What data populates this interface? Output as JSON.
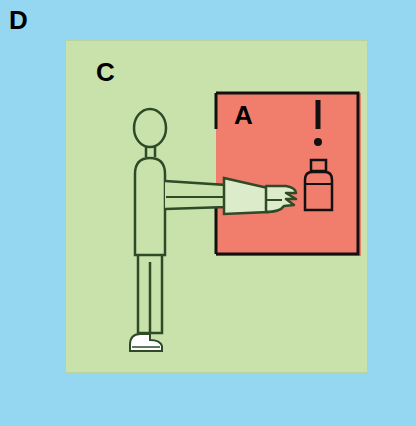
{
  "diagram": {
    "nodes": [
      {
        "text": [
          "D"
        ]
      },
      {
        "text": [
          "C"
        ],
        "in": 0
      },
      {
        "text": [
          "A"
        ],
        "in": 1
      }
    ]
  }
}
